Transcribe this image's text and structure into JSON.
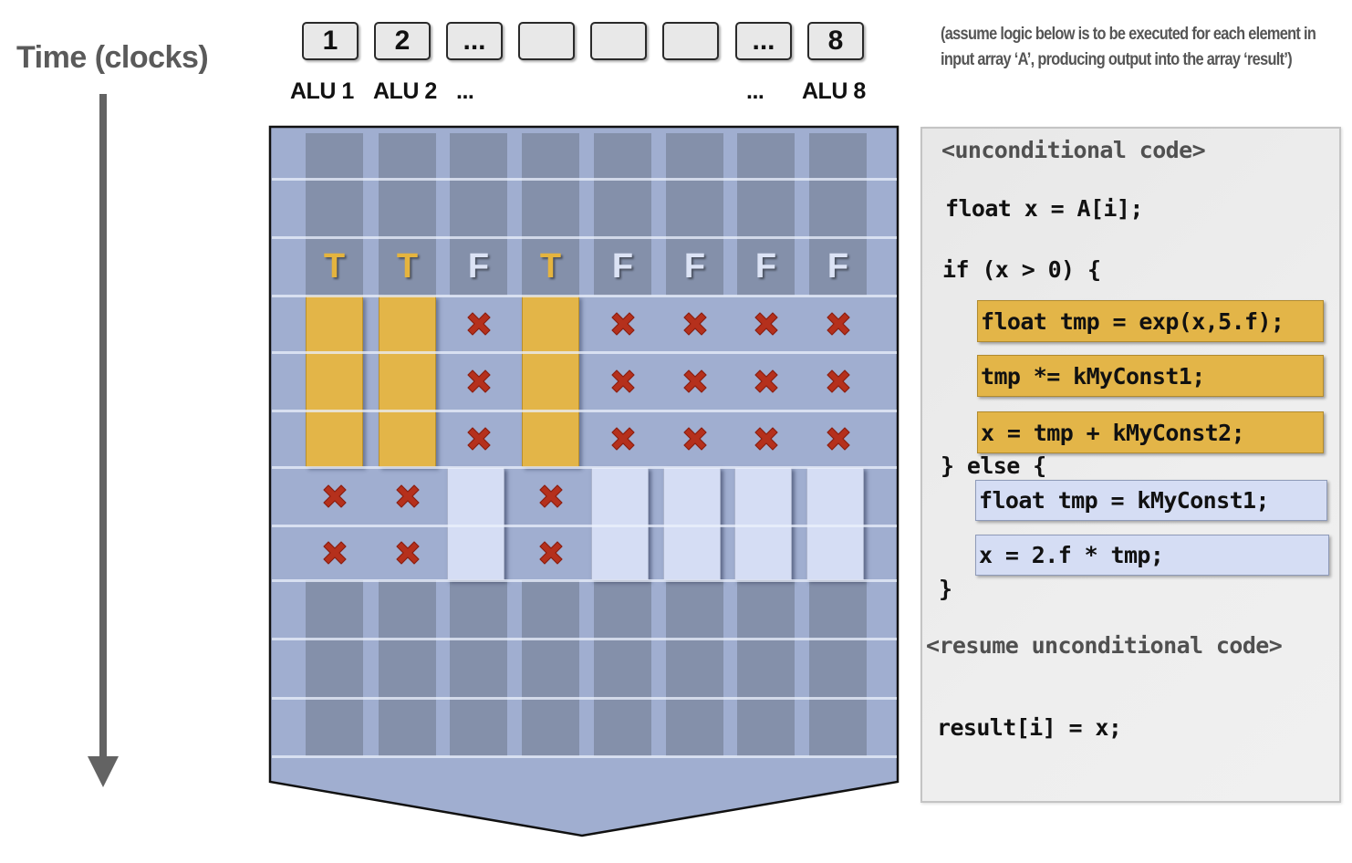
{
  "time_axis": {
    "label": "Time (clocks)",
    "direction": "down"
  },
  "alus": {
    "boxes": [
      "1",
      "2",
      "...",
      "",
      "",
      "",
      "...",
      "8"
    ],
    "labels": {
      "first": "ALU 1",
      "second": "ALU 2",
      "ellipsis_left": "...",
      "ellipsis_right": "...",
      "last": "ALU 8"
    }
  },
  "note": "(assume logic below is to be executed for each element in input array ‘A’, producing output into the array ‘result’)",
  "diagram": {
    "lanes": 8,
    "timesteps": 11,
    "condition_results": [
      "T",
      "T",
      "F",
      "T",
      "F",
      "F",
      "F",
      "F"
    ],
    "true_branch_clocks": 3,
    "false_branch_clocks": 2,
    "masked_icon": "red-x-icon",
    "colors": {
      "panel_bg": "#a0aed0",
      "idle_cell": "#8490aa",
      "true_exec": "#e3b548",
      "false_exec": "#d5ddf4",
      "masked_x": "#b5301c",
      "true_text": "#e5b43e",
      "false_text": "#dce3f5"
    }
  },
  "code": {
    "lines": [
      {
        "text": "<unconditional code>",
        "kind": "comment"
      },
      {
        "text": "float x = A[i];",
        "kind": "plain"
      },
      {
        "text": "if (x > 0) {",
        "kind": "plain"
      },
      {
        "text": "float tmp = exp(x,5.f);",
        "kind": "true"
      },
      {
        "text": "tmp *= kMyConst1;",
        "kind": "true"
      },
      {
        "text": "x = tmp + kMyConst2;",
        "kind": "true"
      },
      {
        "text": "} else {",
        "kind": "plain"
      },
      {
        "text": "float tmp = kMyConst1;",
        "kind": "false"
      },
      {
        "text": "x = 2.f * tmp;",
        "kind": "false"
      },
      {
        "text": "}",
        "kind": "plain"
      },
      {
        "text": "<resume unconditional code>",
        "kind": "comment"
      },
      {
        "text": "result[i] = x;",
        "kind": "plain"
      }
    ]
  }
}
